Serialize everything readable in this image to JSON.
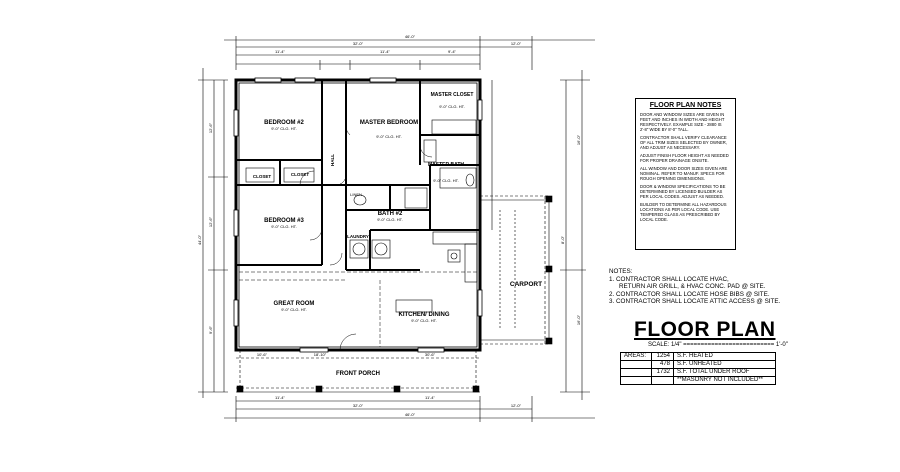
{
  "plan": {
    "rooms": {
      "bedroom2": {
        "name": "BEDROOM #2",
        "ceiling": "9'-0\" CLG. HT."
      },
      "master_bedroom": {
        "name": "MASTER BEDROOM",
        "ceiling": "9'-0\" CLG. HT."
      },
      "master_closet": {
        "name": "MASTER CLOSET",
        "ceiling": "9'-0\" CLG. HT."
      },
      "master_bath": {
        "name": "MASTER BATH",
        "ceiling": "9'-0\" CLG. HT."
      },
      "bedroom3": {
        "name": "BEDROOM #3",
        "ceiling": "9'-0\" CLG. HT."
      },
      "bath2": {
        "name": "BATH #2",
        "ceiling": "9'-0\" CLG. HT."
      },
      "laundry": {
        "name": "LAUNDRY"
      },
      "great_room": {
        "name": "GREAT ROOM",
        "ceiling": "9'-0\" CLG. HT."
      },
      "kitchen": {
        "name": "KITCHEN/ DINING",
        "ceiling": "9'-0\" CLG. HT."
      },
      "carport": {
        "name": "CARPORT"
      },
      "front_porch": {
        "name": "FRONT PORCH"
      },
      "hall": {
        "name": "HALL"
      },
      "closet1": {
        "name": "CLOSET"
      },
      "closet2": {
        "name": "CLOSET"
      },
      "linen": {
        "name": "LINEN"
      }
    },
    "dims": {
      "top_overall": "46'-0\"",
      "top_main": "32'-0\"",
      "top_carport": "12'-0\"",
      "top_a": "11'-4\"",
      "top_b": "11'-4\"",
      "top_c": "9'-4\"",
      "bottom_overall": "46'-0\"",
      "bottom_main": "32'-0\"",
      "bottom_carport": "12'-0\"",
      "bottom_a": "11'-4\"",
      "bottom_b": "11'-4\"",
      "left_overall": "44'-0\"",
      "left_a": "12'-6\"",
      "left_b": "12'-6\"",
      "left_c": "9'-6\"",
      "right_a": "16'-0\"",
      "right_b": "16'-0\"",
      "right_c": "8'-0\"",
      "porch_w": "30'-6\"",
      "porch_a": "10'-6\"",
      "porch_b": "18'-10\""
    }
  },
  "floor_plan_notes": {
    "title": "FLOOR PLAN NOTES",
    "items": [
      "DOOR AND WINDOW SIZES ARE GIVEN IN FEET AND INCHES IN WIDTH AND HEIGHT RESPECTIVELY. EXAMPLE SIZE - 2880 IS 2'-8\" WIDE BY 8'-0\" TALL.",
      "CONTRACTOR SHALL VERIFY CLEARANCE OF ALL TRIM SIZES SELECTED BY OWNER, AND ADJUST AS NECESSARY.",
      "ADJUST FINISH FLOOR HEIGHT AS NEEDED FOR PROPER DRAINAGE ONSITE.",
      "ALL WINDOW AND DOOR SIZES GIVEN ARE NOMINAL. REFER TO MANUF. SPECS FOR ROUGH OPENING DIMENSIONS.",
      "DOOR & WINDOW SPECIFICATIONS TO BE DETERMINED BY LICENSED BUILDER AS PER LOCAL CODES. ADJUST AS NEEDED.",
      "BUILDER TO DETERMINE ALL HAZARDOUS LOCATIONS AS PER LOCAL CODE. USE TEMPERED GLASS AS PRESCRIBED BY LOCAL CODE."
    ]
  },
  "general_notes": {
    "title": "NOTES:",
    "line1": "1. CONTRACTOR SHALL LOCATE HVAC,",
    "line1b": "RETURN AIR GRILL, & HVAC CONC. PAD @ SITE.",
    "line2": "2. CONTRACTOR SHALL LOCATE HOSE BIBS @ SITE.",
    "line3": "3. CONTRACTOR SHALL LOCATE ATTIC ACCESS @ SITE."
  },
  "title_block": {
    "title": "FLOOR PLAN",
    "scale": "SCALE: 1/4\" ========================== 1'-0\"",
    "areas_label": "AREAS:",
    "rows": [
      {
        "num": "1254",
        "desc": "S.F. HEATED"
      },
      {
        "num": "478",
        "desc": "S.F. UNHEATED"
      },
      {
        "num": "1732",
        "desc": "S.F. TOTAL UNDER ROOF"
      },
      {
        "num": "",
        "desc": "**MASONRY NOT INCLUDED**"
      }
    ]
  }
}
